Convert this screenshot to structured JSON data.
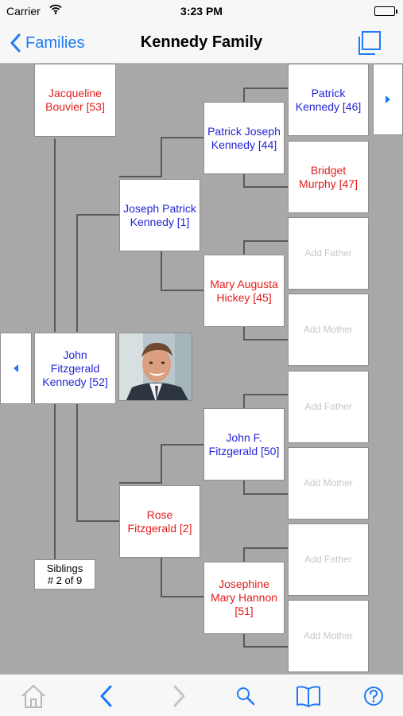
{
  "status": {
    "carrier": "Carrier",
    "time": "3:23 PM",
    "wifi_icon": "wifi-icon",
    "battery_level": 1.0
  },
  "nav": {
    "back_label": "Families",
    "title": "Kennedy Family",
    "action_icon": "copy-icon"
  },
  "colors": {
    "accent": "#1f7af5",
    "male": "#2424d6",
    "female": "#e41c1c",
    "placeholder": "#c8c8c8",
    "chart_background": "#a8a8a8"
  },
  "people": {
    "spouse": "Jacqueline Bouvier [53]",
    "root": "John Fitzgerald Kennedy [52]",
    "father": "Joseph Patrick Kennedy [1]",
    "mother": "Rose Fitzgerald [2]",
    "paternal_grandfather": "Patrick Joseph Kennedy [44]",
    "paternal_grandmother": "Mary Augusta Hickey [45]",
    "maternal_grandfather": "John F. Fitzgerald [50]",
    "maternal_grandmother": "Josephine Mary Hannon [51]",
    "great_grandparents": [
      "Patrick Kennedy [46]",
      "Bridget Murphy [47]",
      "Add Father",
      "Add Mother",
      "Add Father",
      "Add Mother",
      "Add Father",
      "Add Mother"
    ]
  },
  "siblings": {
    "label": "Siblings",
    "position": "# 2 of 9"
  },
  "toolbar": {
    "items": [
      "home-icon",
      "back-chevron-icon",
      "forward-chevron-icon",
      "search-icon",
      "book-icon",
      "help-icon"
    ]
  }
}
